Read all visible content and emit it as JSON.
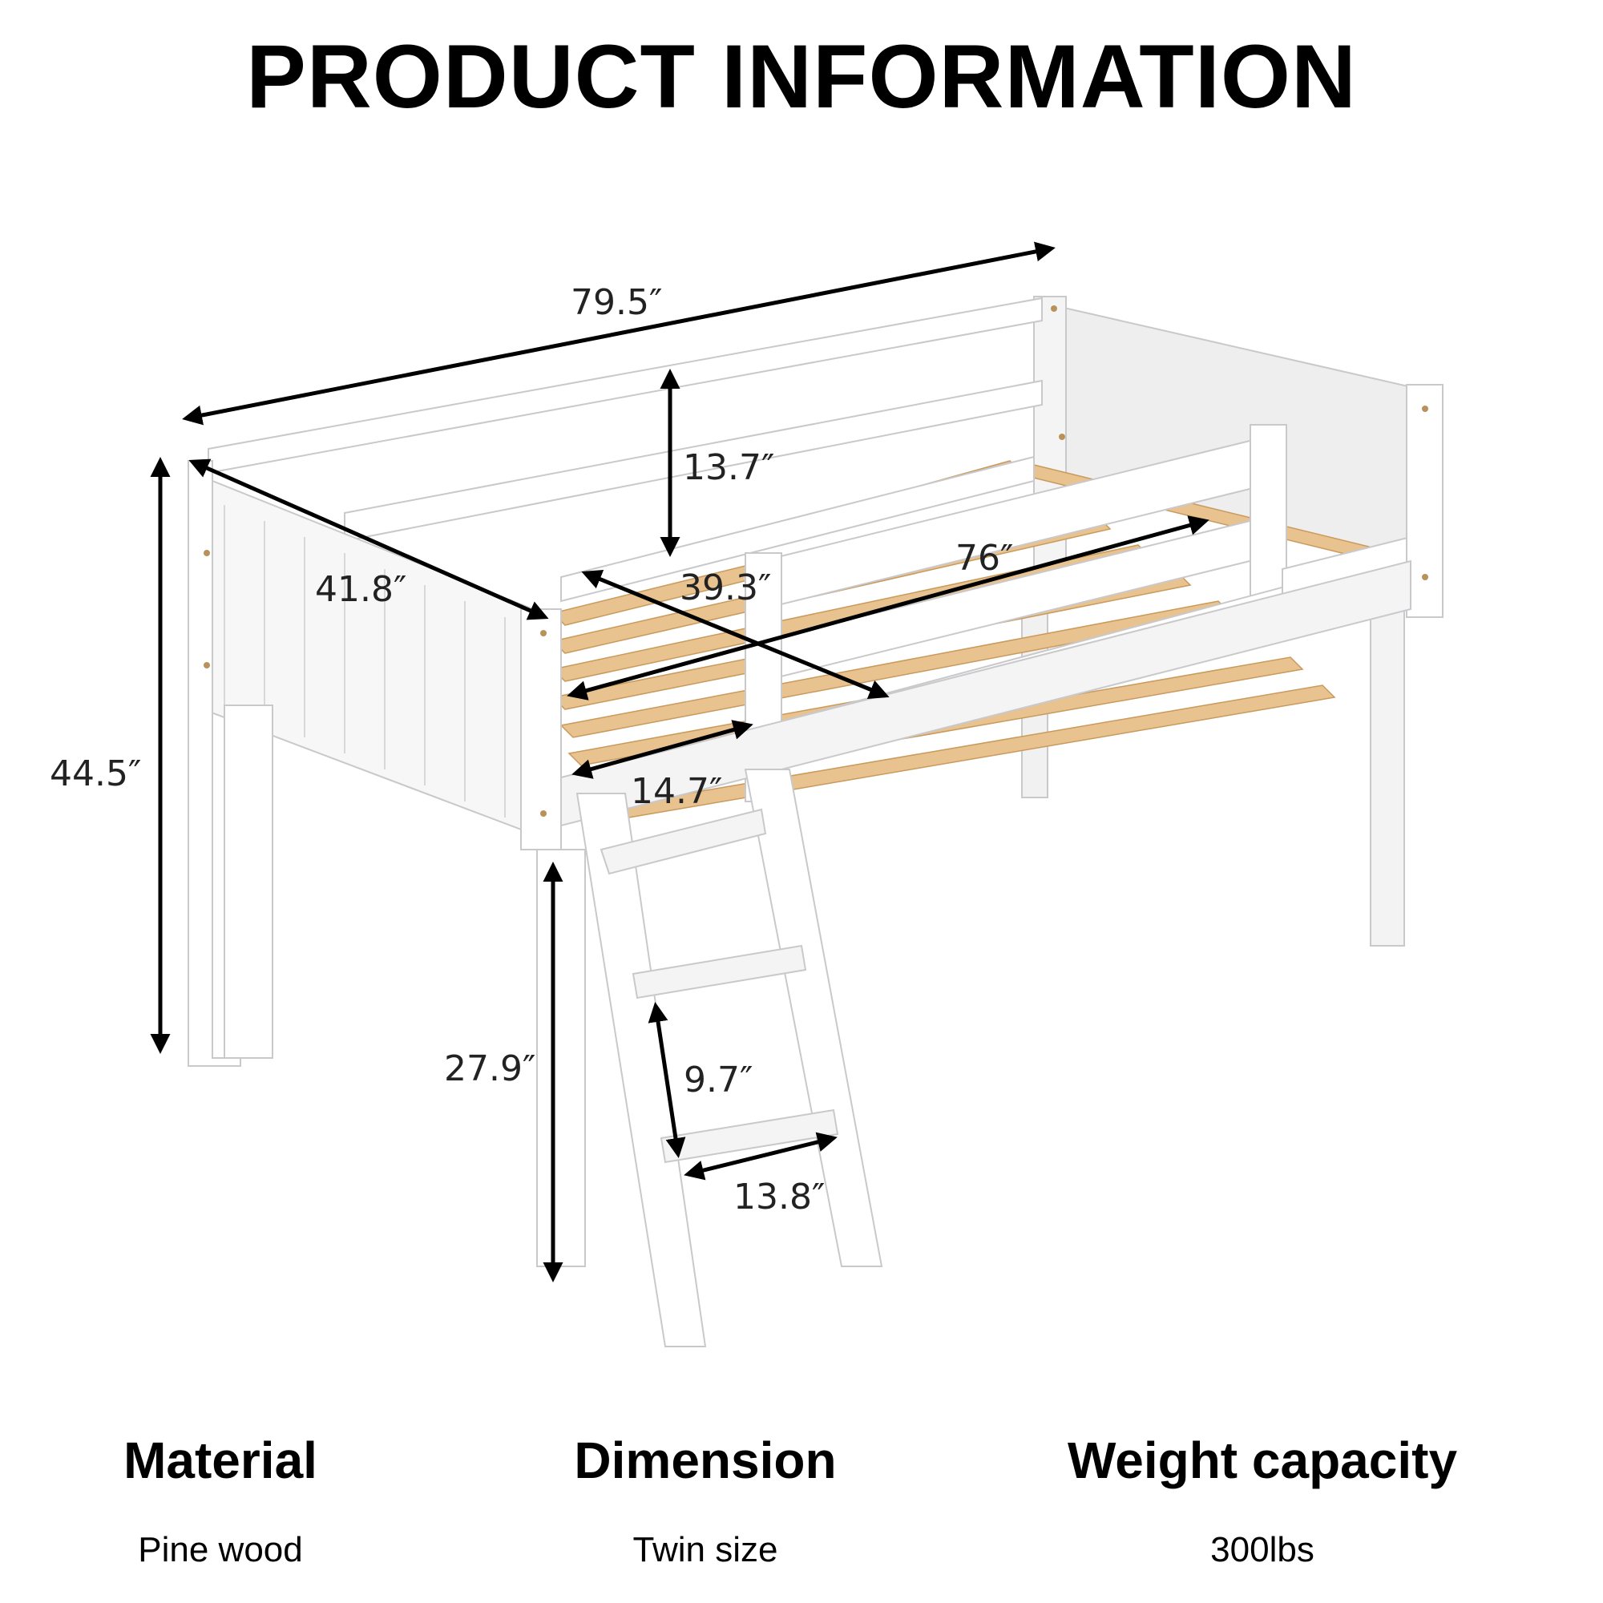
{
  "title": "PRODUCT INFORMATION",
  "dimensions": {
    "overall_length": "79.5″",
    "overall_width": "41.8″",
    "overall_height": "44.5″",
    "guardrail_height": "13.7″",
    "mattress_length": "76″",
    "mattress_width": "39.3″",
    "ladder_opening": "14.7″",
    "under_bed_clearance": "27.9″",
    "ladder_step_spacing": "9.7″",
    "ladder_width": "13.8″"
  },
  "specs": [
    {
      "label": "Material",
      "value": "Pine wood"
    },
    {
      "label": "Dimension",
      "value": "Twin size"
    },
    {
      "label": "Weight capacity",
      "value": "300lbs"
    }
  ],
  "colors": {
    "frame": "#ffffff",
    "frame_shade": "#e9e9ea",
    "slat": "#e8c28f",
    "arrow": "#000000"
  }
}
